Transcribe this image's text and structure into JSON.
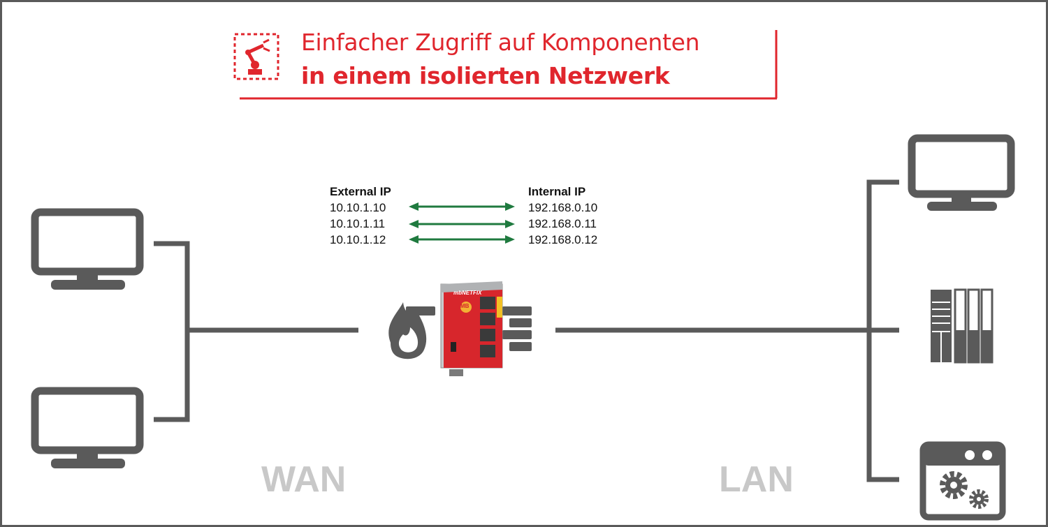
{
  "header": {
    "title_line1": "Einfacher Zugriff auf Komponenten",
    "title_line2": "in einem isolierten Netzwerk",
    "icon": "robot-arm-icon"
  },
  "nat_table": {
    "external_header": "External IP",
    "internal_header": "Internal IP",
    "rows": [
      {
        "external": "10.10.1.10",
        "internal": "192.168.0.10"
      },
      {
        "external": "10.10.1.11",
        "internal": "192.168.0.11"
      },
      {
        "external": "10.10.1.12",
        "internal": "192.168.0.12"
      }
    ]
  },
  "router": {
    "brand_label": "mbNETFIX",
    "logo_text": "MB"
  },
  "zones": {
    "wan": "WAN",
    "lan": "LAN"
  },
  "icons": {
    "wan_devices": [
      "monitor-icon",
      "monitor-icon"
    ],
    "lan_devices": [
      "monitor-icon",
      "plc-icon",
      "settings-window-icon"
    ],
    "firewall": [
      "fire-icon",
      "brick-wall-icon"
    ]
  },
  "colors": {
    "accent_red": "#e0262d",
    "icon_gray": "#5a5a5a",
    "arrow_green": "#1f7a3f",
    "zone_label_gray": "#c8c8c8"
  }
}
